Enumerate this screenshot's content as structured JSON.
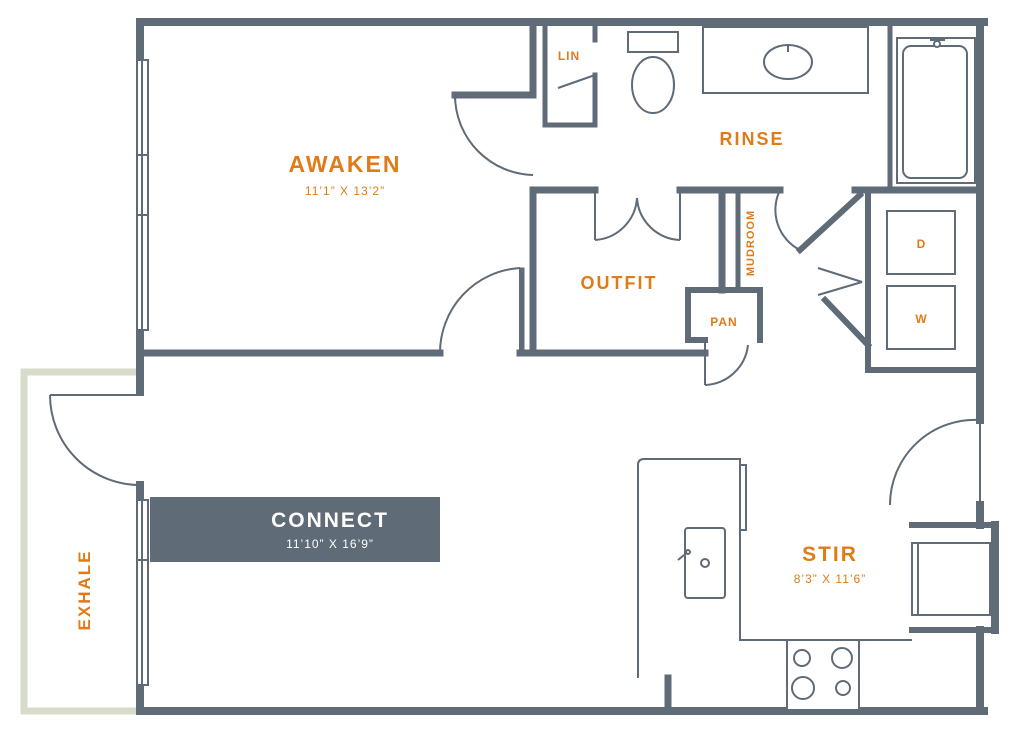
{
  "colors": {
    "wall": "#5f6b76",
    "label": "#e07b17",
    "balcony": "#d6dcc9",
    "highlight_bg": "#5f6b76",
    "highlight_text": "#ffffff"
  },
  "rooms": {
    "awaken": {
      "name": "AWAKEN",
      "dims": "11’1” X 13’2”"
    },
    "rinse": {
      "name": "RINSE"
    },
    "lin": {
      "name": "LIN"
    },
    "outfit": {
      "name": "OUTFIT"
    },
    "mudroom": {
      "name": "MUDROOM"
    },
    "pan": {
      "name": "PAN"
    },
    "dryer": {
      "name": "D"
    },
    "washer": {
      "name": "W"
    },
    "connect": {
      "name": "CONNECT",
      "dims": "11’10” X 16’9”"
    },
    "stir": {
      "name": "STIR",
      "dims": "8’3” X 11’6”"
    },
    "exhale": {
      "name": "EXHALE"
    }
  }
}
